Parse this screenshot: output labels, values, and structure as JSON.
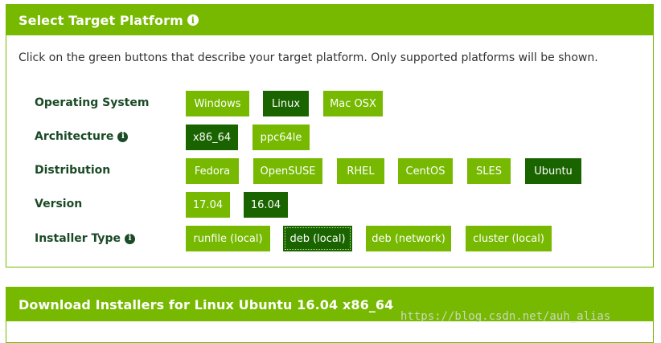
{
  "select_panel": {
    "title": "Select Target Platform",
    "intro": "Click on the green buttons that describe your target platform. Only supported platforms will be shown."
  },
  "rows": {
    "os": {
      "label": "Operating System",
      "options": [
        "Windows",
        "Linux",
        "Mac OSX"
      ],
      "selected": "Linux"
    },
    "arch": {
      "label": "Architecture",
      "options": [
        "x86_64",
        "ppc64le"
      ],
      "selected": "x86_64"
    },
    "distro": {
      "label": "Distribution",
      "options": [
        "Fedora",
        "OpenSUSE",
        "RHEL",
        "CentOS",
        "SLES",
        "Ubuntu"
      ],
      "selected": "Ubuntu"
    },
    "version": {
      "label": "Version",
      "options": [
        "17.04",
        "16.04"
      ],
      "selected": "16.04"
    },
    "installer": {
      "label": "Installer Type",
      "options": [
        "runfile (local)",
        "deb (local)",
        "deb (network)",
        "cluster (local)"
      ],
      "selected": "deb (local)"
    }
  },
  "download_panel": {
    "title": "Download Installers for Linux Ubuntu 16.04 x86_64"
  },
  "watermark": "https://blog.csdn.net/auh_alias",
  "colors": {
    "accent": "#76b900",
    "selected": "#1a6400",
    "label": "#1a4b26"
  }
}
